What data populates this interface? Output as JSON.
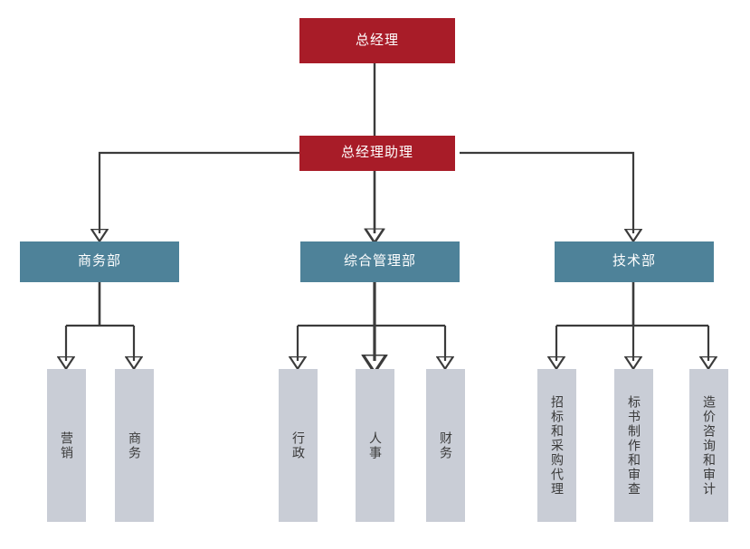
{
  "chart": {
    "type": "org-chart",
    "title": "",
    "orientation": "top-down",
    "colors": {
      "executive": "#A81C28",
      "department": "#4E8299",
      "unit": "#C9CDD6",
      "connector": "#3B3B3B",
      "background": "#FFFFFF",
      "executive_text": "#FFFFFF",
      "department_text": "#FFFFFF",
      "unit_text": "#3A3A3A"
    }
  },
  "levels": {
    "executive": [
      {
        "id": "gm",
        "label": "总经理",
        "level": 1
      },
      {
        "id": "gm_assistant",
        "label": "总经理助理",
        "level": 2
      }
    ],
    "departments": [
      {
        "id": "dept_business",
        "label": "商务部",
        "level": 3
      },
      {
        "id": "dept_admin",
        "label": "综合管理部",
        "level": 3
      },
      {
        "id": "dept_tech",
        "label": "技术部",
        "level": 3
      }
    ],
    "units": [
      {
        "id": "unit_marketing",
        "label": "营销",
        "parent": "dept_business",
        "level": 4
      },
      {
        "id": "unit_business",
        "label": "商务",
        "parent": "dept_business",
        "level": 4
      },
      {
        "id": "unit_administration",
        "label": "行政",
        "parent": "dept_admin",
        "level": 4
      },
      {
        "id": "unit_hr",
        "label": "人事",
        "parent": "dept_admin",
        "level": 4
      },
      {
        "id": "unit_finance",
        "label": "财务",
        "parent": "dept_admin",
        "level": 4
      },
      {
        "id": "unit_bidding",
        "label": "招标和采购代理",
        "parent": "dept_tech",
        "level": 4
      },
      {
        "id": "unit_tender_doc",
        "label": "标书制作和审查",
        "parent": "dept_tech",
        "level": 4
      },
      {
        "id": "unit_cost",
        "label": "造价咨询和审计",
        "parent": "dept_tech",
        "level": 4
      }
    ]
  },
  "relations": [
    {
      "from": "gm",
      "to": "gm_assistant"
    },
    {
      "from": "gm_assistant",
      "to": "dept_business"
    },
    {
      "from": "gm_assistant",
      "to": "dept_admin"
    },
    {
      "from": "gm_assistant",
      "to": "dept_tech"
    },
    {
      "from": "dept_business",
      "to": "unit_marketing"
    },
    {
      "from": "dept_business",
      "to": "unit_business"
    },
    {
      "from": "dept_admin",
      "to": "unit_administration"
    },
    {
      "from": "dept_admin",
      "to": "unit_hr"
    },
    {
      "from": "dept_admin",
      "to": "unit_finance"
    },
    {
      "from": "dept_tech",
      "to": "unit_bidding"
    },
    {
      "from": "dept_tech",
      "to": "unit_tender_doc"
    },
    {
      "from": "dept_tech",
      "to": "unit_cost"
    }
  ]
}
